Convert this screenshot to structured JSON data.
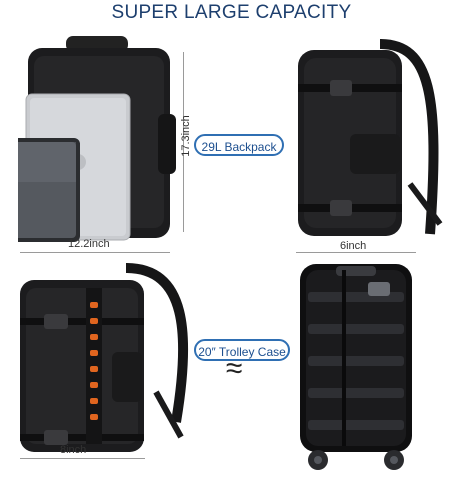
{
  "header": {
    "title": "SUPER LARGE CAPACITY"
  },
  "labels": {
    "backpack_badge": "29L Backpack",
    "trolley_badge": "20″ Trolley Case",
    "approx_symbol": "≈"
  },
  "dimensions": {
    "height": "17.3inch",
    "width": "12.2inch",
    "depth_front": "6inch",
    "depth_side": "8inch"
  },
  "colors": {
    "title": "#1d3f6e",
    "badge_border": "#2f6fb3",
    "bag": "#1c1c1e",
    "laptop": "#c9cbcf",
    "zipper_accent": "#e0651f"
  }
}
